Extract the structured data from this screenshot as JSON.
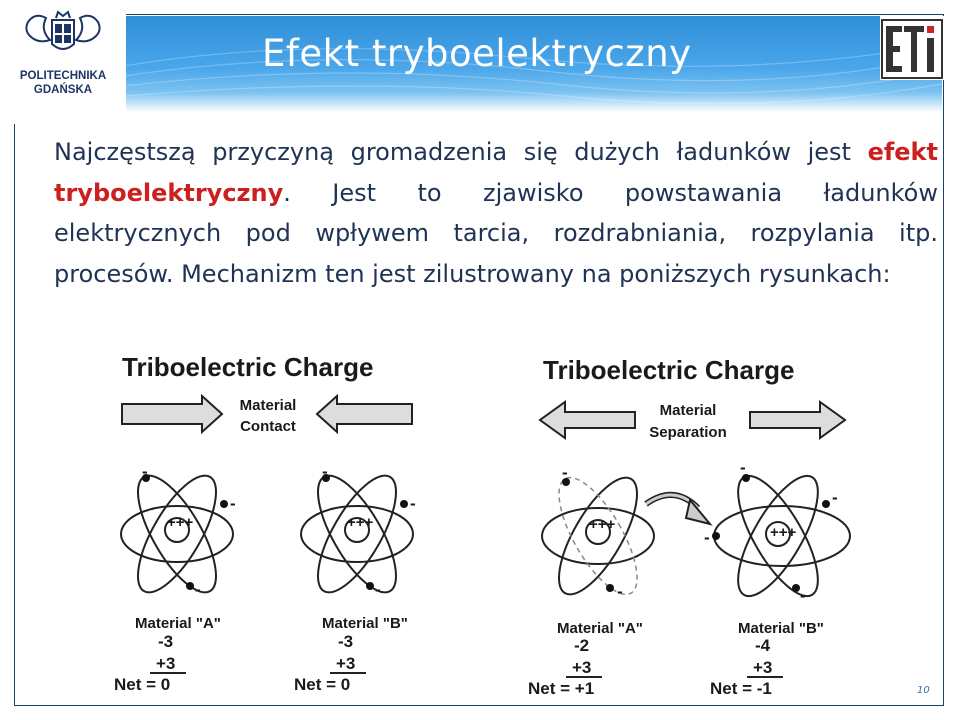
{
  "slide": {
    "title": "Efekt tryboelektryczny",
    "page_number": "10",
    "paragraph": {
      "part1": "Najczęstszą przyczyną gromadzenia się dużych ładunków jest ",
      "highlight": "efekt tryboelektryczny",
      "part2": ". Jest to zjawisko powstawania ładunków elektrycznych pod wpływem tarcia, rozdrabniania, rozpylania itp. procesów. Mechanizm ten jest zilustrowany na poniższych rysunkach:"
    }
  },
  "logos": {
    "pg_line1": "POLITECHNIKA",
    "pg_line2": "GDAŃSKA",
    "eti": "ETI"
  },
  "figures": {
    "contact": {
      "title": "Triboelectric Charge",
      "arrow_label_1": "Material",
      "arrow_label_2": "Contact",
      "nucleus": "+++",
      "electron": "-",
      "material_a": {
        "label": "Material \"A\"",
        "charge": "-3",
        "protons": "+3",
        "net": "Net = 0"
      },
      "material_b": {
        "label": "Material \"B\"",
        "charge": "-3",
        "protons": "+3",
        "net": "Net = 0"
      }
    },
    "separation": {
      "title": "Triboelectric Charge",
      "arrow_label_1": "Material",
      "arrow_label_2": "Separation",
      "nucleus": "+++",
      "electron": "-",
      "material_a": {
        "label": "Material \"A\"",
        "charge": "-2",
        "protons": "+3",
        "net": "Net = +1"
      },
      "material_b": {
        "label": "Material \"B\"",
        "charge": "-4",
        "protons": "+3",
        "net": "Net = -1"
      }
    }
  },
  "colors": {
    "title_text": "#ffffff",
    "body_text": "#1f3355",
    "highlight": "#cc1f1f",
    "banner": "#3b9ae0"
  }
}
